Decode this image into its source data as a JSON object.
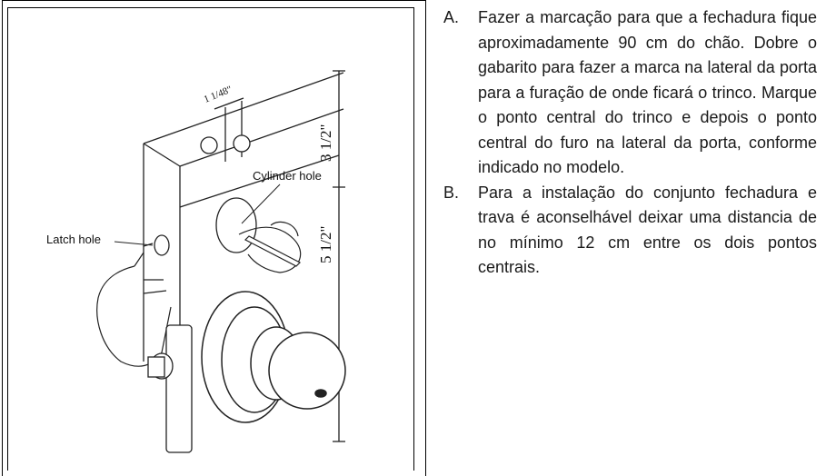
{
  "illustration": {
    "labels": {
      "latch_hole": "Latch hole",
      "cylinder_hole": "Cylinder hole",
      "backset": "1 1/48\"",
      "height_upper": "3 1/2\"",
      "height_lower": "5 1/2\""
    }
  },
  "instructions": [
    {
      "letter": "A.",
      "text": "Fazer a marcação para que a fechadura fique aproximadamente 90 cm do chão. Dobre o gabarito para fazer a marca na lateral da porta para a furação de onde ficará o trinco. Marque o ponto central do trinco e depois o ponto central do furo na lateral da porta, conforme indicado no modelo."
    },
    {
      "letter": "B.",
      "text": "Para a instalação do conjunto fechadura e trava é aconselhável deixar uma distancia de no mínimo 12 cm entre os dois pontos centrais."
    }
  ]
}
